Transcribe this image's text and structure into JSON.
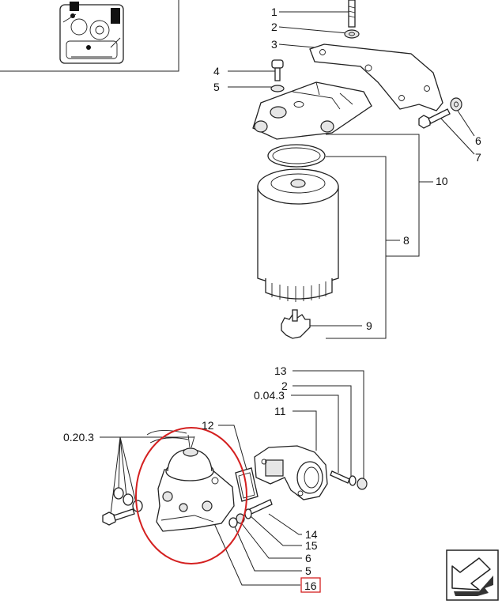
{
  "colors": {
    "ink": "#222222",
    "highlight": "#d42020",
    "background": "#ffffff"
  },
  "callouts": {
    "c1": "1",
    "c2": "2",
    "c3": "3",
    "c4": "4",
    "c5": "5",
    "c6": "6",
    "c7": "7",
    "c8": "8",
    "c9": "9",
    "c10": "10",
    "c13": "13",
    "c2b": "2",
    "c0043": "0.04.3",
    "c11": "11",
    "c12": "12",
    "c0203": "0.20.3",
    "c14": "14",
    "c15": "15",
    "c6b": "6",
    "c5b": "5",
    "c16": "16"
  },
  "icons": {
    "thumbnail": "engine-thumbnail",
    "navigation": "next-page-arrow-icon"
  }
}
